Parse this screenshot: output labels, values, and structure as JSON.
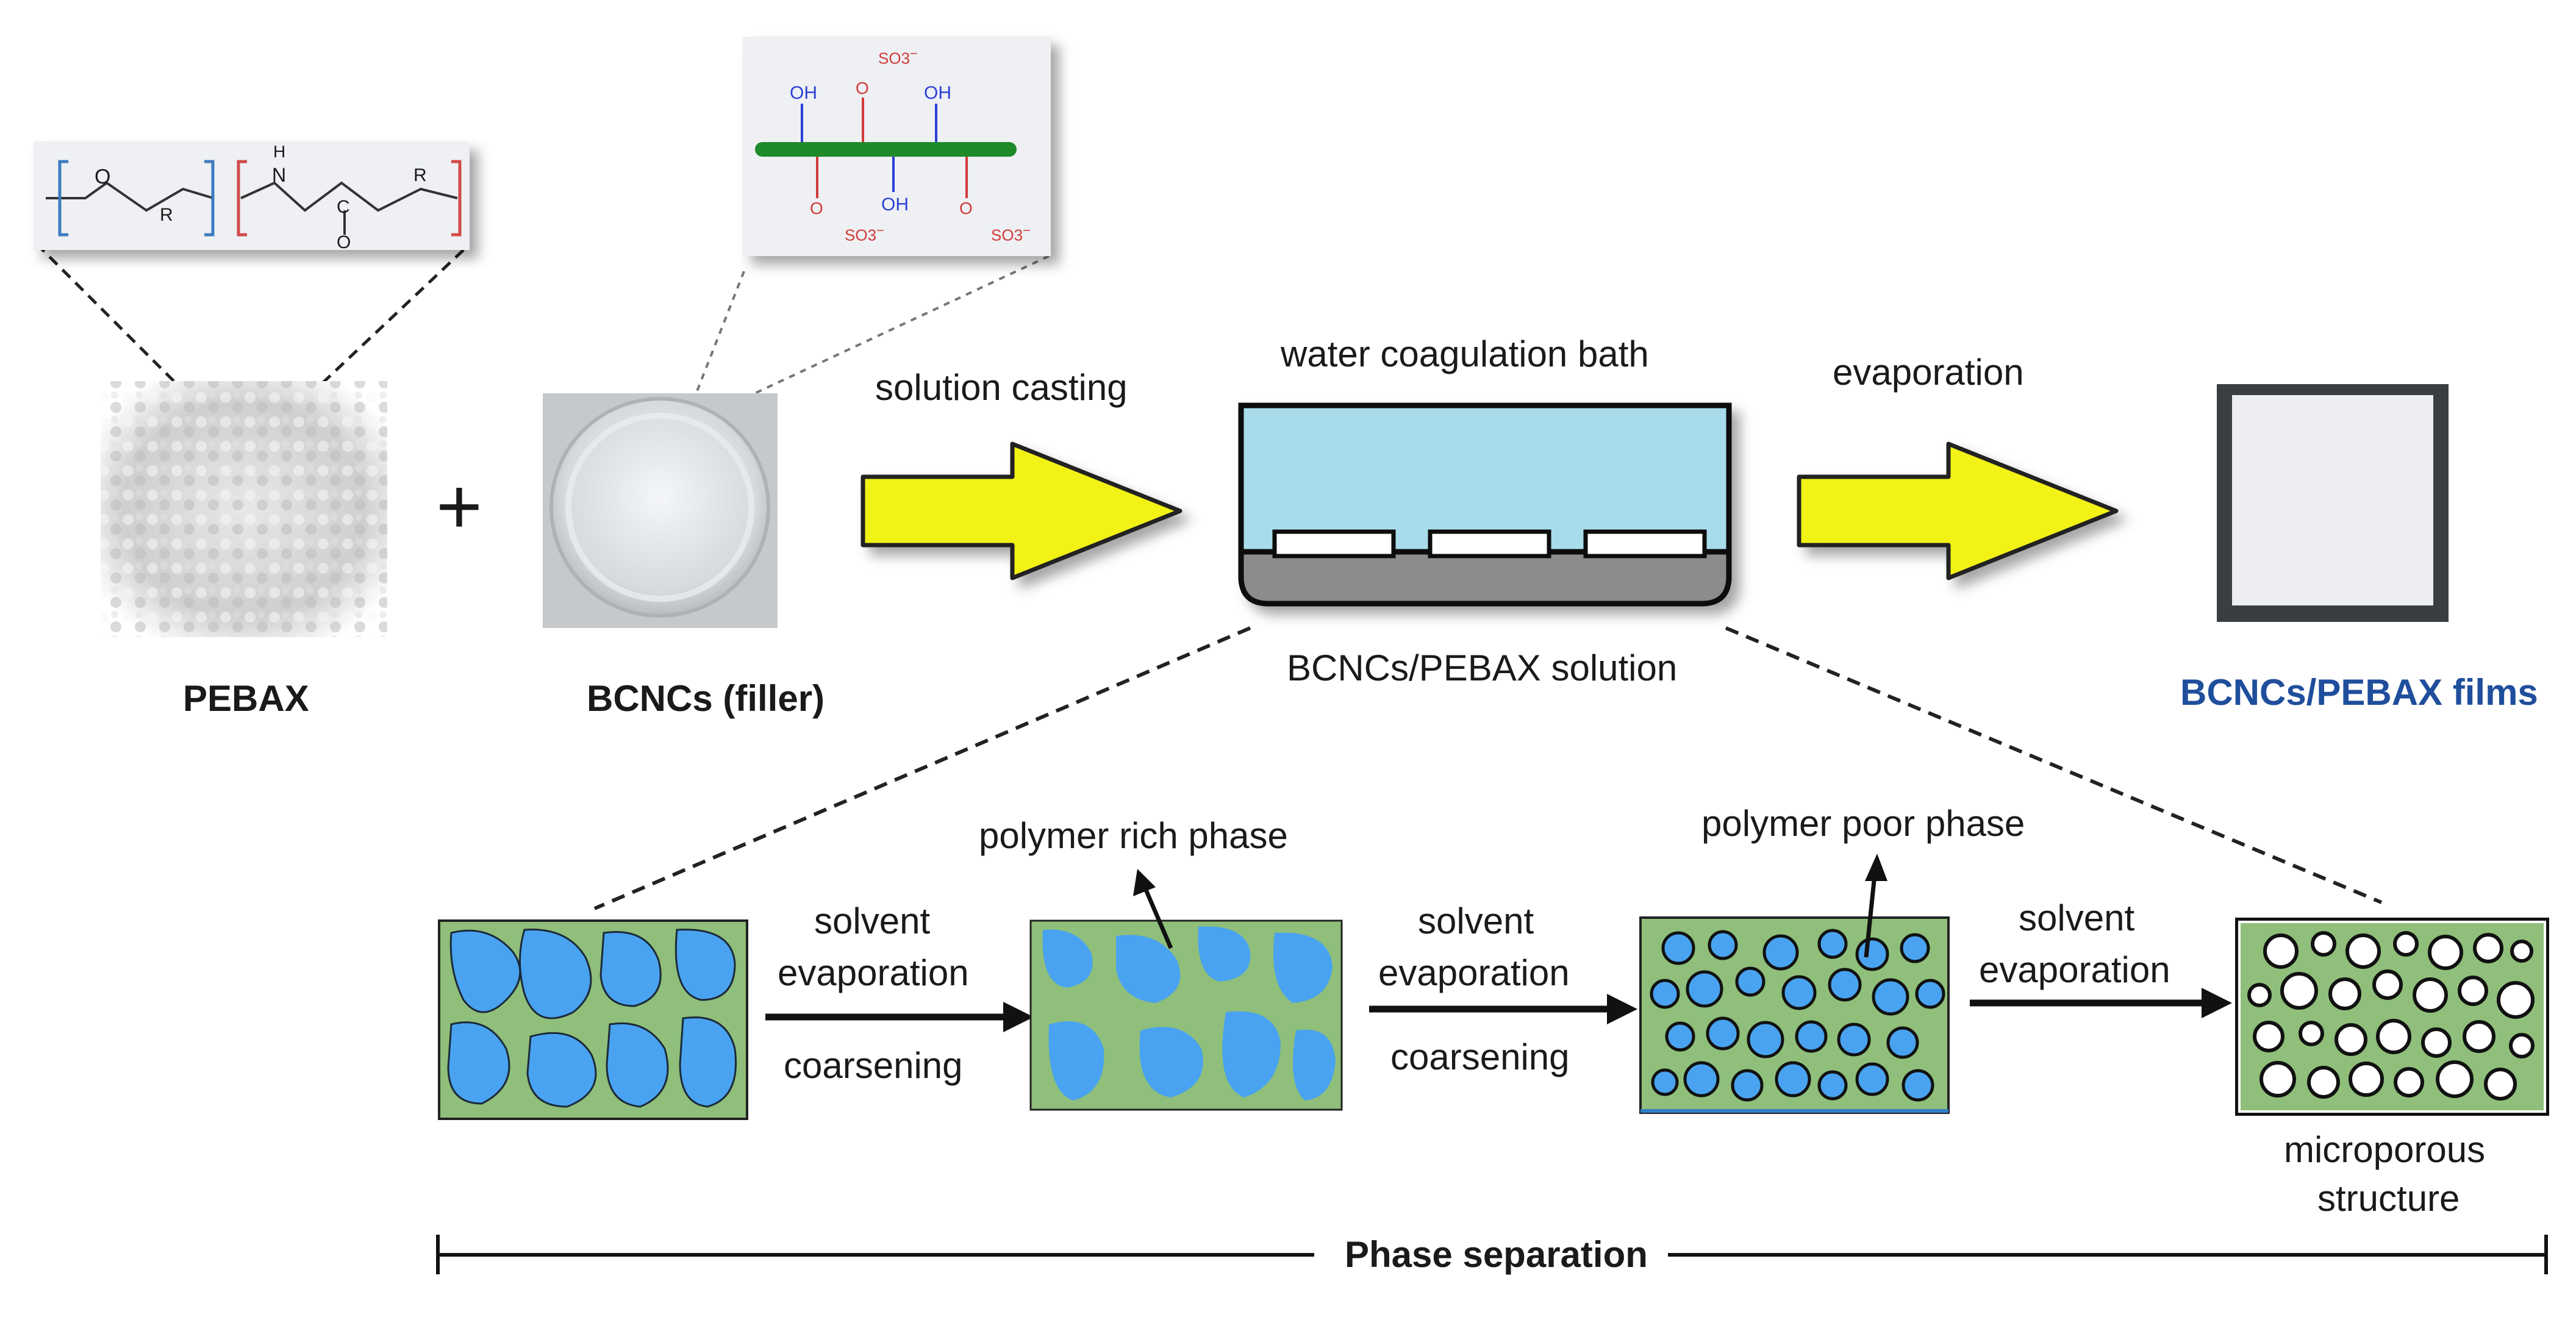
{
  "materials": {
    "pebax": "PEBAX",
    "bcncs": "BCNCs (filler)",
    "plus": "+"
  },
  "process": {
    "casting": "solution casting",
    "bath": "water coagulation bath",
    "solution": "BCNCs/PEBAX solution",
    "evaporation": "evaporation",
    "films": "BCNCs/PEBAX films"
  },
  "chem": {
    "pebax_atoms": {
      "o": "O",
      "r1": "R",
      "h": "H",
      "n": "N",
      "c": "C",
      "o2": "O",
      "r2": "R"
    },
    "bcnc_groups": {
      "oh": "OH",
      "o": "O",
      "so3": "SO3",
      "minus": "−"
    }
  },
  "phase": {
    "step1_line1": "solvent",
    "step1_line2": "evaporation",
    "step1_below": "coarsening",
    "rich": "polymer rich phase",
    "step2_line1": "solvent",
    "step2_line2": "evaporation",
    "step2_below": "coarsening",
    "poor": "polymer poor phase",
    "step3_line1": "solvent",
    "step3_line2": "evaporation",
    "micro_line1": "microporous",
    "micro_line2": "structure",
    "bar": "Phase separation"
  },
  "colors": {
    "arrow_fill": "#f2f218",
    "bath_water": "#a8dcea",
    "solution_gray": "#8c8c8c",
    "polymer_green": "#8fbf7a",
    "pore_blue": "#4aa3f0",
    "film_title": "#1f4e9c"
  }
}
